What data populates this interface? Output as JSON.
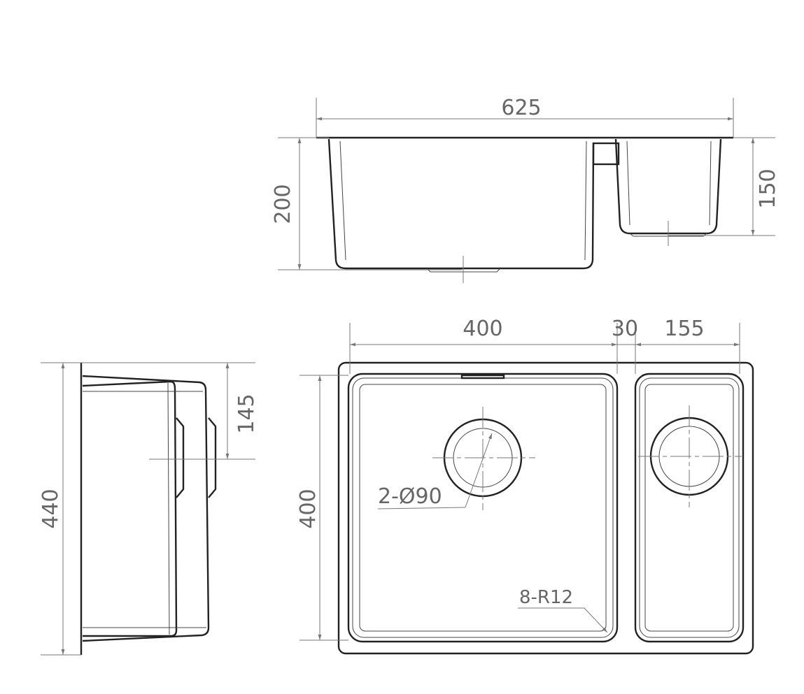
{
  "drawing": {
    "front_view": {
      "width": "625",
      "left_depth": "200",
      "right_depth": "150"
    },
    "plan_view": {
      "left_bowl_width": "400",
      "divider": "30",
      "right_bowl_width": "155",
      "bowl_length": "400",
      "drain_note": "2-Ø90",
      "radius_note": "8-R12"
    },
    "side_view": {
      "overall_length": "440",
      "drain_offset": "145"
    },
    "colors": {
      "line": "#222222",
      "dimension": "#777777"
    }
  }
}
